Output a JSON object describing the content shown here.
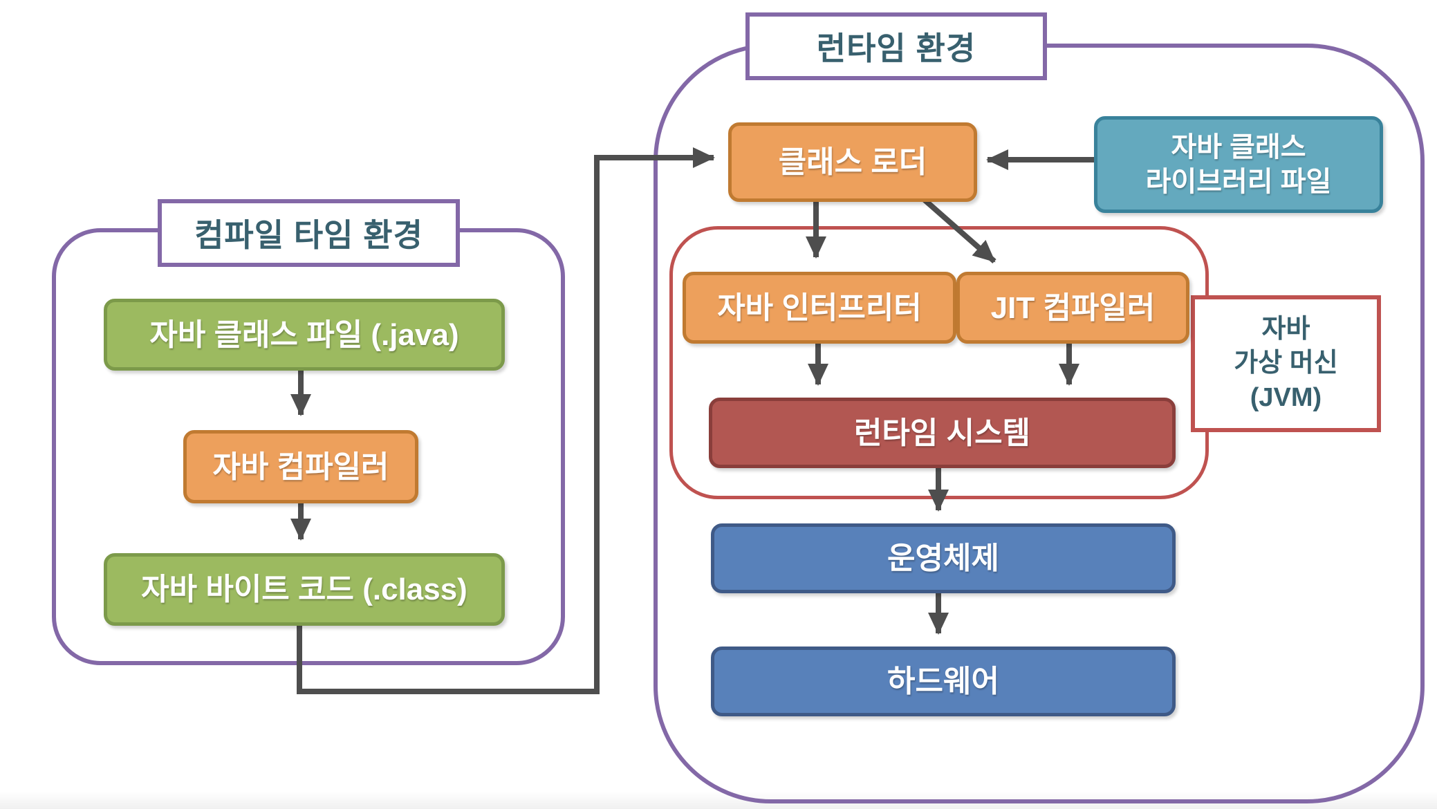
{
  "diagram": {
    "compile": {
      "title": "컴파일 타임 환경",
      "java_file": "자바 클래스 파일 (.java)",
      "compiler": "자바 컴파일러",
      "bytecode": "자바 바이트 코드 (.class)"
    },
    "runtime": {
      "title": "런타임 환경",
      "class_loader": "클래스 로더",
      "library_line1": "자바 클래스",
      "library_line2": "라이브러리 파일",
      "interpreter": "자바 인터프리터",
      "jit": "JIT 컴파일러",
      "runtime_system": "런타임 시스템",
      "jvm_line1": "자바",
      "jvm_line2": "가상 머신",
      "jvm_line3": "(JVM)",
      "os": "운영체제",
      "hardware": "하드웨어"
    },
    "colors": {
      "purple_border": "#8368A7",
      "red_border": "#BF5250",
      "title_text": "#38606E",
      "green_fill": "#9CBA60",
      "green_border": "#7C9A4A",
      "orange_fill": "#EDA05C",
      "orange_border": "#C07A31",
      "teal_fill": "#64A9BE",
      "teal_border": "#39829B",
      "dark_red_fill": "#B25752",
      "dark_red_border": "#8A3E3B",
      "blue_fill": "#5881BA",
      "blue_border": "#3F5A87",
      "arrow": "#4E4E4E",
      "node_text": "#FFFFFF"
    }
  }
}
